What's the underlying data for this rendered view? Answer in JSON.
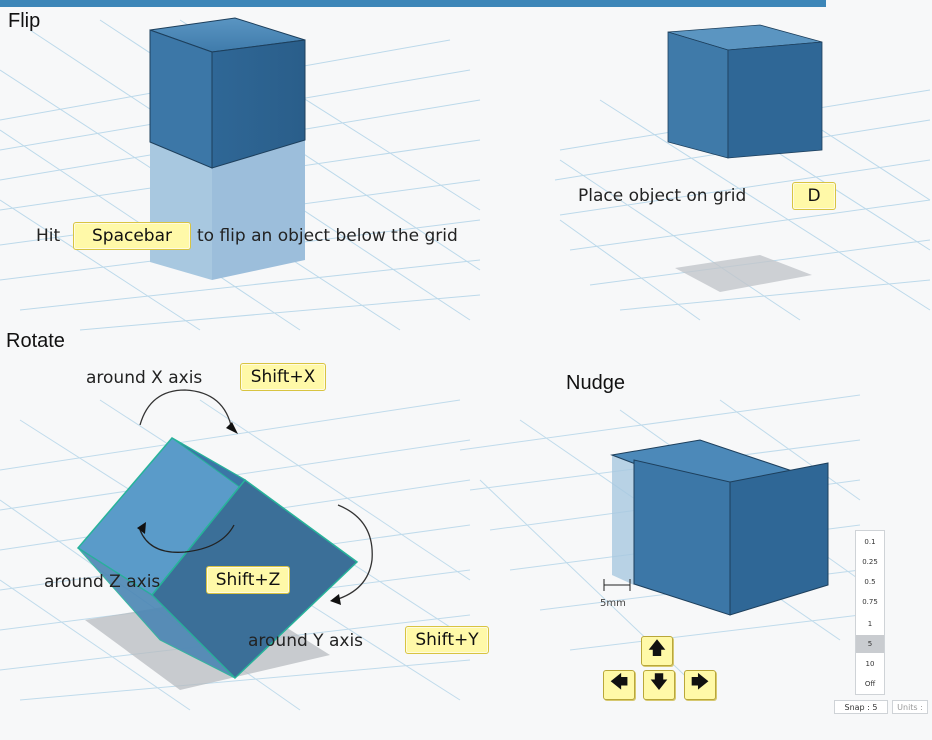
{
  "flip": {
    "title": "Flip",
    "hint_prefix": "Hit",
    "hint_key": "Spacebar",
    "hint_suffix": "to flip an object below the grid"
  },
  "place": {
    "caption": "Place object on grid",
    "key": "D"
  },
  "rotate": {
    "title": "Rotate",
    "x_caption": "around X axis",
    "x_key": "Shift+X",
    "z_caption": "around Z axis",
    "z_key": "Shift+Z",
    "y_caption": "around Y axis",
    "y_key": "Shift+Y"
  },
  "nudge": {
    "title": "Nudge",
    "measure_label": "5mm",
    "arrows": [
      "up-arrow",
      "left-arrow",
      "down-arrow",
      "right-arrow"
    ]
  },
  "snap": {
    "options": [
      "0.1",
      "0.25",
      "0.5",
      "0.75",
      "1",
      "5",
      "10",
      "Off"
    ],
    "selected": "5",
    "snap_label": "Snap : 5",
    "units_label": "Units :"
  },
  "colors": {
    "accent_bar": "#3d86b8",
    "cube_top": "#4b86b4",
    "cube_front": "#3b75a3",
    "cube_side": "#2f6491",
    "key_fill": "#fff9a8"
  }
}
